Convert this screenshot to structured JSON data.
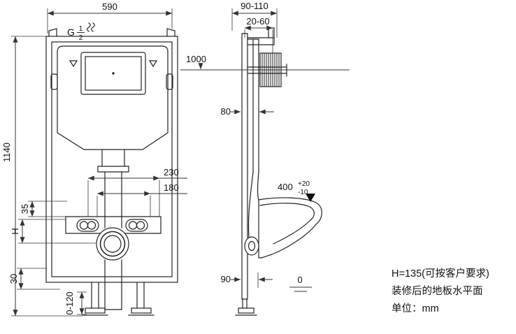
{
  "diagram": {
    "front_view": {
      "width_top": "590",
      "thread_g": "G",
      "thread_num": "1",
      "thread_den": "2",
      "height_left": "1140",
      "inlet_height": "1000",
      "span_outer": "230",
      "span_inner": "180",
      "offset_35": "35",
      "dim_h": "H",
      "dim_30": "30",
      "foot_range": "0-120"
    },
    "side_view": {
      "depth_range": "90-110",
      "bracket_range": "20-60",
      "dim_80": "80",
      "seat_height": "400",
      "tol_plus": "+20",
      "tol_minus": "-10",
      "outlet_height": "90",
      "floor_zero": "0"
    },
    "notes": {
      "line1": "H=135(可按客户要求)",
      "line2": "装修后的地板水平面",
      "line3": "单位：mm"
    },
    "colors": {
      "line": "#222222",
      "text": "#111111",
      "background": "#ffffff"
    }
  }
}
